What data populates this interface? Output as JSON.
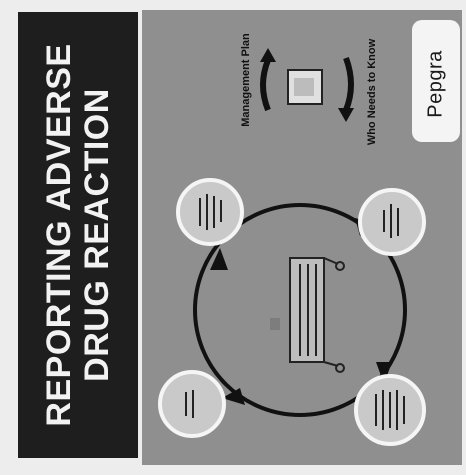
{
  "slide": {
    "title_line1": "REPORTING ADVERSE",
    "title_line2": "DRUG REACTION",
    "label_management": "Management Plan",
    "label_who_needs": "Who Needs to Know",
    "logo_text": "Pepgra",
    "colors": {
      "title_bar": "#1e1e1e",
      "title_text": "#f2f2f2",
      "panel": "#8f8f8f",
      "circle_fill": "#c9c9c9",
      "circle_stroke": "#f5f5f5",
      "arrow": "#111111"
    }
  }
}
